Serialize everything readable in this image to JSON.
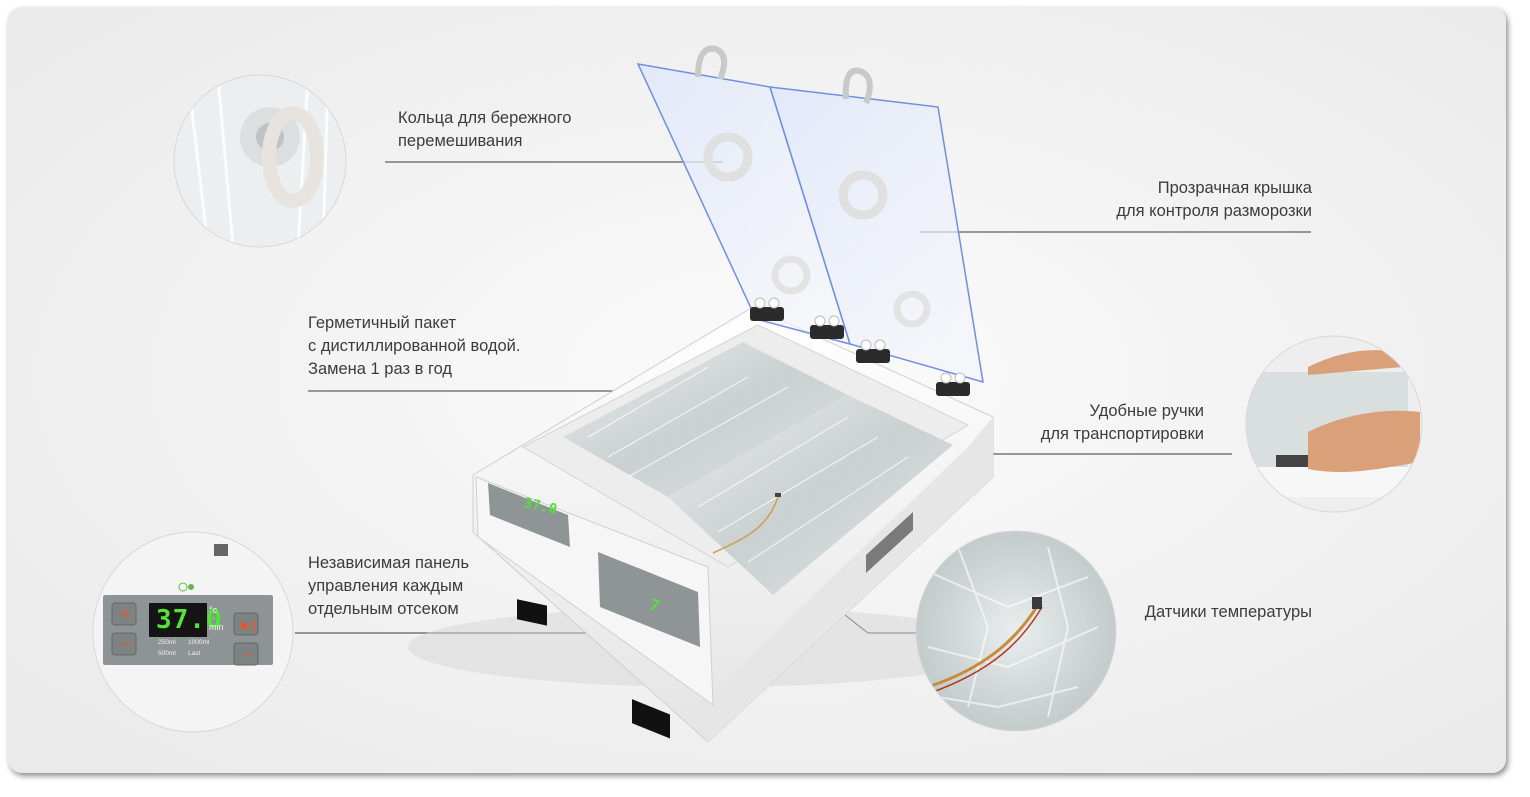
{
  "callouts": {
    "rings": {
      "lines": [
        "Кольца для бережного",
        "перемешивания"
      ]
    },
    "lid": {
      "lines": [
        "Прозрачная крышка",
        "для контроля разморозки"
      ]
    },
    "bag": {
      "lines": [
        "Герметичный пакет",
        "с дистиллированной водой.",
        "Замена 1 раз в год"
      ]
    },
    "handles": {
      "lines": [
        "Удобные ручки",
        "для транспортировки"
      ]
    },
    "panel": {
      "lines": [
        "Независимая панель",
        "управления каждым",
        "отдельным отсеком"
      ]
    },
    "sensors": {
      "lines": [
        "Датчики температуры"
      ]
    }
  },
  "panel_zoom": {
    "display": "37.0",
    "unit_c": "°c",
    "unit_min": "min",
    "volumes": [
      "250ml",
      "1000ml",
      "500ml",
      "Last"
    ]
  },
  "device": {
    "display_left": "37.0",
    "display_right": "7"
  },
  "colors": {
    "background": "#f1f1f1",
    "leader_line": "#3a3a3a",
    "lcd_green": "#52e23a",
    "lid_blue": "#6f8fe0",
    "button_orange": "#e2562f"
  }
}
